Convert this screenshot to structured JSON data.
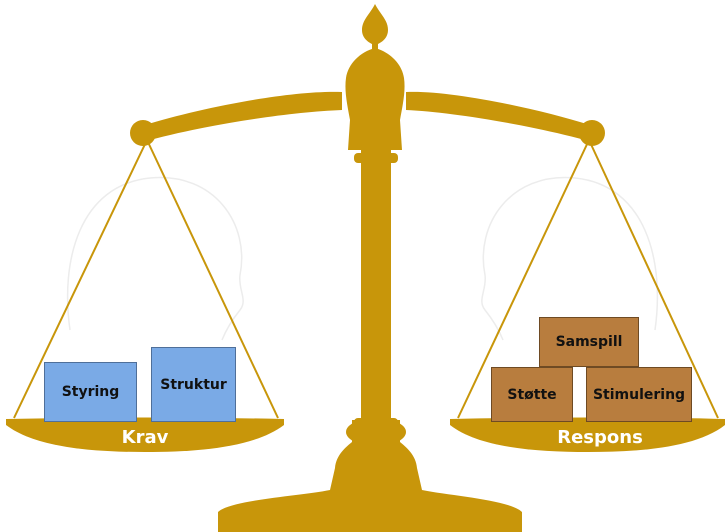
{
  "colors": {
    "scale": "#c8960a",
    "left_boxes": "#7aaae6",
    "right_boxes": "#b87d3e",
    "pan_label_text": "#ffffff"
  },
  "left_pan": {
    "label": "Krav",
    "items": [
      "Styring",
      "Struktur"
    ]
  },
  "right_pan": {
    "label": "Respons",
    "items": [
      "Samspill",
      "Støtte",
      "Stimulering"
    ]
  }
}
